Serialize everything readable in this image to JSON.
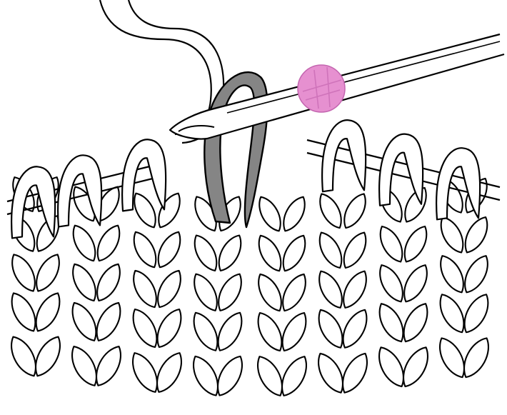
{
  "colors": {
    "background": "#ffffff",
    "outline": "#000000",
    "yarn": "#ffffff",
    "dropped_stitch": "#858585",
    "marker_bead": "#e690d0",
    "marker_bead_edge": "#c466b0"
  },
  "illustration": {
    "subject": "knitting-dropped-stitch-repair",
    "elements": [
      "knitted-fabric",
      "working-yarn",
      "knitting-needle",
      "crochet-hook",
      "dropped-stitch-loop",
      "stitch-marker-bead"
    ]
  }
}
